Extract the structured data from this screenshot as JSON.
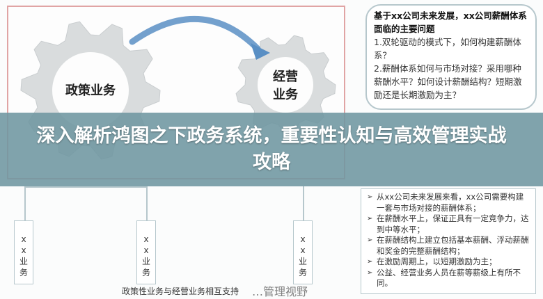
{
  "diagram": {
    "gear_left": "政策业务",
    "gear_right_line1": "经营",
    "gear_right_line2": "业务",
    "sub_boxes": [
      {
        "line1": "x",
        "line2": "x",
        "line3": "业",
        "line4": "务"
      },
      {
        "line1": "x",
        "line2": "x",
        "line3": "业",
        "line4": "务"
      },
      {
        "line1": "x",
        "line2": "x",
        "line3": "业",
        "line4": "务"
      }
    ],
    "caption": "政策性业务与经营业务相互支持"
  },
  "bubble": {
    "heading": "基于xx公司未来发展，xx公司薪酬体系面临的主要问题",
    "item1": "1.双轮驱动的模式下，如何构建薪酬体系？",
    "item2": "2.薪酬体系如何与市场对接？采用哪种薪酬水平？如何设计薪酬结构？短期激励还是长期激励为主？"
  },
  "conclusions": [
    "从xx公司未来发展来看，xx公司需要构建一套与市场对接的薪酬体系；",
    "在薪酬水平上，保证正具有一定竞争力，达到中等水平；",
    "在薪酬结构上建立包括基本薪酬、浮动薪酬和奖金的完整薪酬结构；",
    "在激励周期上，以短期激励为主；",
    "公益、经营业务人员在薪等薪级上有所不同。"
  ],
  "watermark": "…管理视野",
  "banner": {
    "title": "深入解析鸿图之下政务系统，重要性认知与高效管理实战攻略"
  },
  "colors": {
    "banner": "#6e96a0",
    "frame": "#e0a4a4",
    "gear": "#d9dcdd",
    "arrow": "#5a8fc4"
  }
}
